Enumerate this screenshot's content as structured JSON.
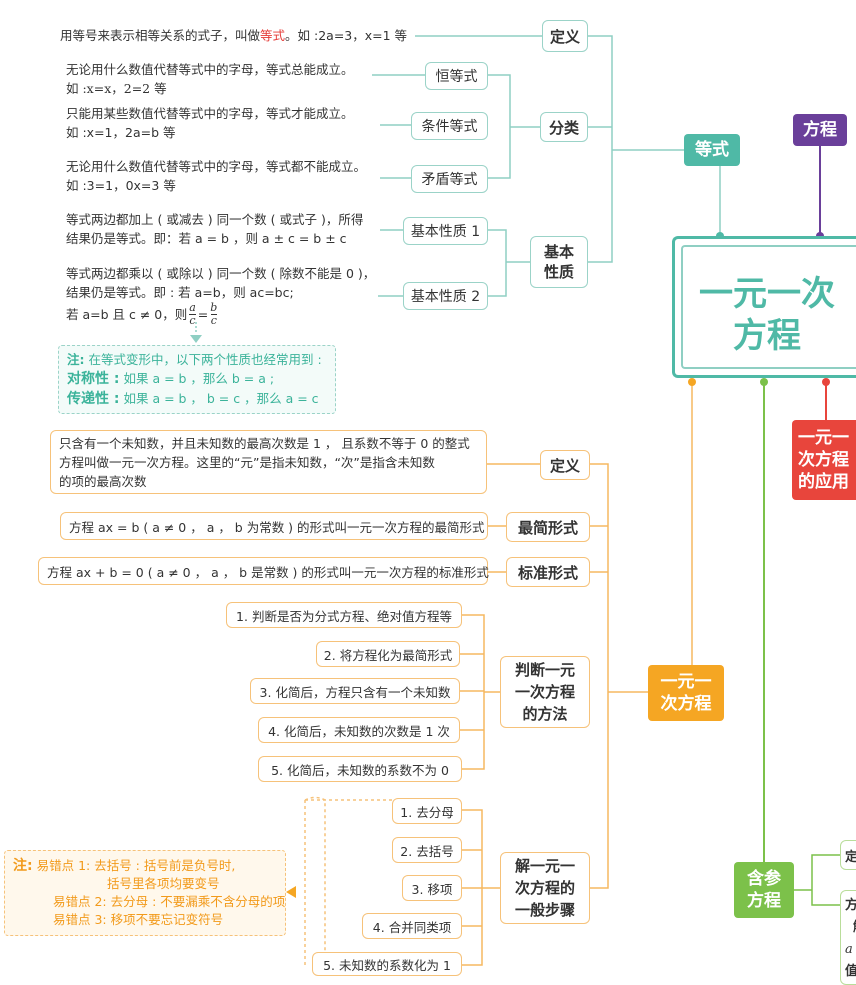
{
  "center": {
    "title_line1": "一元一次",
    "title_line2": "方程"
  },
  "nodes": {
    "dengshi": "等式",
    "fangcheng": "方程",
    "yingyong": [
      "一元一",
      "次方程",
      "的应用"
    ],
    "yiyuan": [
      "一元一",
      "次方程"
    ],
    "hancan": [
      "含参",
      "方程"
    ]
  },
  "dengshi": {
    "def_label": "定义",
    "def_text_pre": "用等号来表示相等关系的式子，叫做",
    "def_text_hl": "等式",
    "def_text_post": "。如 :2a=3，x=1 等",
    "class_label": "分类",
    "hengdengshi": {
      "label": "恒等式",
      "line1": "无论用什么数值代替等式中的字母，等式总能成立。",
      "line2": "如 :x=x，2=2 等"
    },
    "tiaojian": {
      "label": "条件等式",
      "line1": "只能用某些数值代替等式中的字母，等式才能成立。",
      "line2": "如 :x=1，2a=b 等"
    },
    "maodun": {
      "label": "矛盾等式",
      "line1": "无论用什么数值代替等式中的字母，等式都不能成立。",
      "line2": "如 :3=1，0x=3 等"
    },
    "prop_label_1": "基本",
    "prop_label_2": "性质",
    "prop1": {
      "label": "基本性质 1",
      "line1": "等式两边都加上 ( 或减去 ) 同一个数 ( 或式子 )，所得",
      "line2": "结果仍是等式。即：若 a = b ，则 a ± c = b ± c"
    },
    "prop2": {
      "label": "基本性质 2",
      "line1": "等式两边都乘以 ( 或除以 ) 同一个数 ( 除数不能是 0 )，",
      "line2": "结果仍是等式。即 : 若 a=b，则 ac=bc;",
      "line3_pre": "若 a=b 且 c ≠ 0，则",
      "frac_a": "a",
      "frac_b": "b",
      "frac_c": "c"
    },
    "note": {
      "line1_label": "注:",
      "line1": "在等式变形中，以下两个性质也经常用到 :",
      "line2_label": "对称性 :",
      "line2": "如果 a = b ，那么 b = a ;",
      "line3_label": "传递性 :",
      "line3": "如果 a = b ， b = c ，那么 a = c"
    }
  },
  "yiyuan": {
    "def_label": "定义",
    "def_line1": "只含有一个未知数，并且未知数的最高次数是 1 ， 且系数不等于 0 的整式",
    "def_line2": "方程叫做一元一次方程。这里的“元”是指未知数，“次”是指含未知数",
    "def_line3": "的项的最高次数",
    "simplest_label": "最简形式",
    "simplest_text": "方程 ax = b ( a ≠ 0 ， a ， b 为常数 ) 的形式叫一元一次方程的最简形式",
    "standard_label": "标准形式",
    "standard_text": "方程 ax + b = 0 ( a ≠ 0 ， a ， b 是常数 ) 的形式叫一元一次方程的标准形式",
    "judge_label": [
      "判断一元",
      "一次方程",
      "的方法"
    ],
    "judge_items": [
      "1. 判断是否为分式方程、绝对值方程等",
      "2. 将方程化为最简形式",
      "3. 化简后，方程只含有一个未知数",
      "4. 化简后，未知数的次数是 1 次",
      "5. 化简后，未知数的系数不为 0"
    ],
    "solve_label": [
      "解一元一",
      "次方程的",
      "一般步骤"
    ],
    "solve_items": [
      "1. 去分母",
      "2. 去括号",
      "3. 移项",
      "4. 合并同类项",
      "5. 未知数的系数化为 1"
    ],
    "note": {
      "label": "注:",
      "line1": "易错点 1: 去括号 : 括号前是负号时,",
      "line1b": "括号里各项均要变号",
      "line2": "易错点 2: 去分母 : 不要漏乘不含分母的项",
      "line3": "易错点 3: 移项不要忘记变符号"
    }
  },
  "right_partial": {
    "ding": "定",
    "fang": "方",
    "jie": "解",
    "a": "a",
    "zhi": "值"
  },
  "colors": {
    "teal": "#4fb9a6",
    "teal_line": "#8fcfc3",
    "purple": "#6a3f9a",
    "red": "#e8453c",
    "orange": "#f5a623",
    "green": "#7cc14a"
  }
}
